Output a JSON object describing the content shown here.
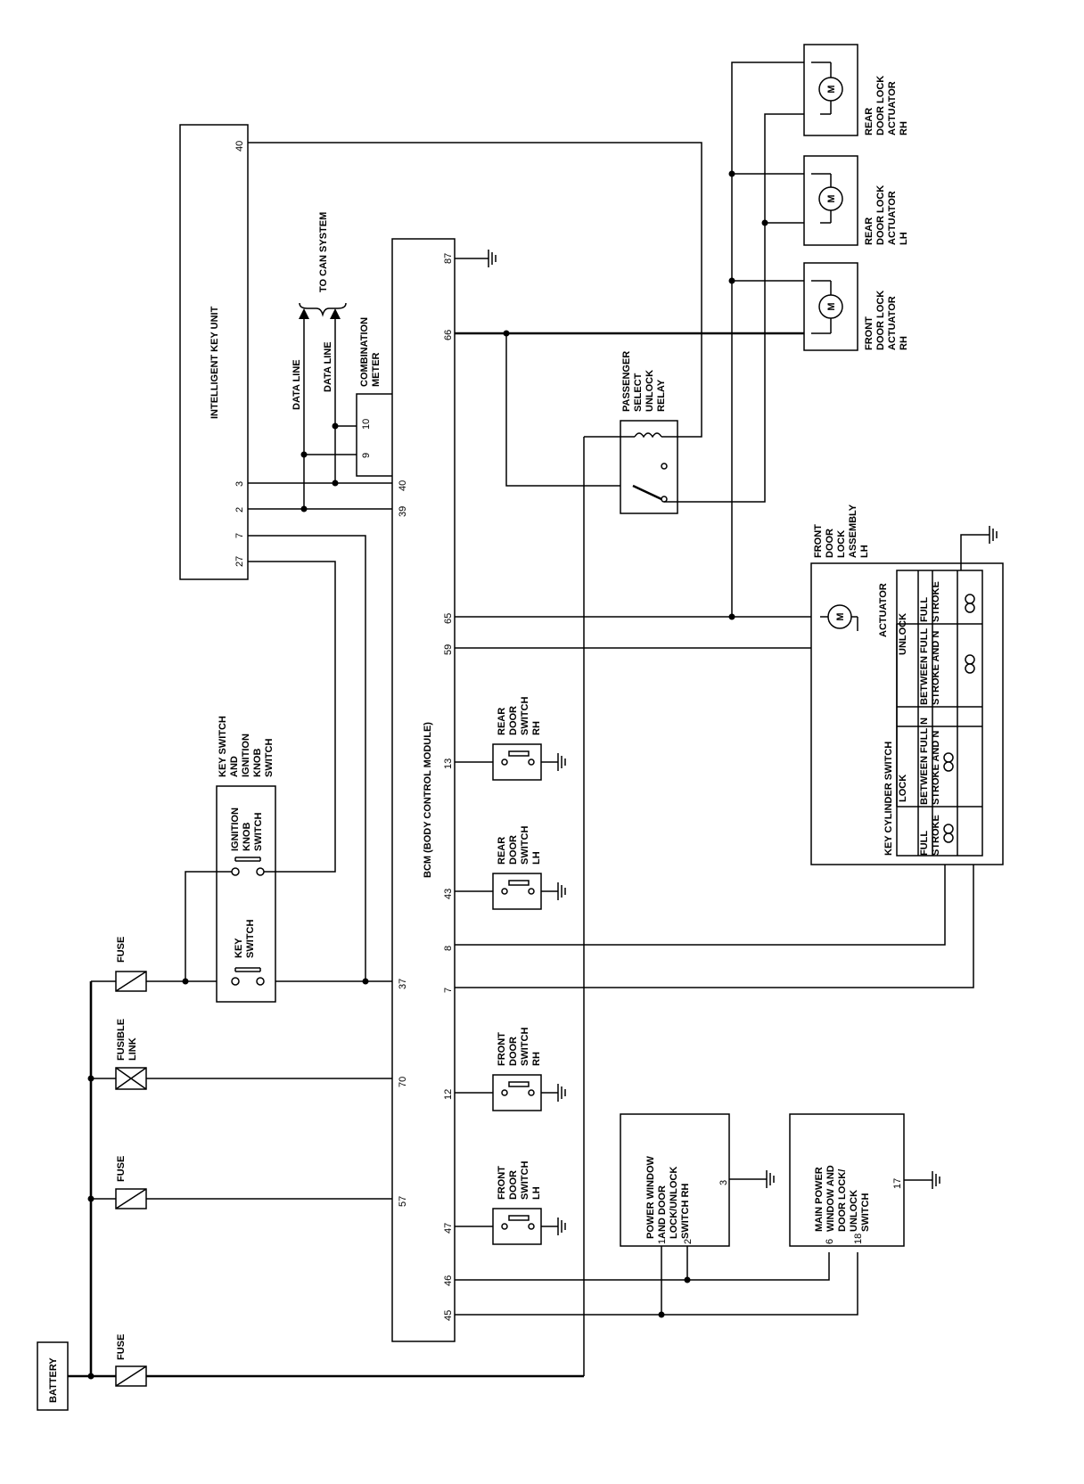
{
  "battery": {
    "label": "BATTERY"
  },
  "fuses": {
    "fuse": "FUSE",
    "fusible_link": [
      "FUSIBLE",
      "LINK"
    ]
  },
  "key_switch_assembly": {
    "title": [
      "KEY SWITCH",
      "AND",
      "IGNITION",
      "KNOB",
      "SWITCH"
    ],
    "key_switch": [
      "KEY",
      "SWITCH"
    ],
    "ignition_knob_switch": [
      "IGNITION",
      "KNOB",
      "SWITCH"
    ]
  },
  "intelligent_key_unit": {
    "label": "INTELLIGENT KEY UNIT",
    "pins": [
      "40",
      "3",
      "2",
      "7",
      "27"
    ]
  },
  "data_lines": {
    "line1": "DATA LINE",
    "line2": "DATA LINE",
    "can": "TO CAN SYSTEM"
  },
  "combination_meter": {
    "label": [
      "COMBINATION",
      "METER"
    ],
    "pins": [
      "9",
      "10"
    ]
  },
  "bcm": {
    "label": "BCM (BODY CONTROL MODULE)",
    "pins_left": [
      "40",
      "39",
      "37",
      "70",
      "57"
    ],
    "pins_right": [
      "87",
      "66",
      "65",
      "59",
      "13",
      "43",
      "8",
      "7",
      "12",
      "47",
      "46",
      "45"
    ]
  },
  "door_switches": {
    "rear_rh": [
      "REAR",
      "DOOR",
      "SWITCH",
      "RH"
    ],
    "rear_lh": [
      "REAR",
      "DOOR",
      "SWITCH",
      "LH"
    ],
    "front_rh": [
      "FRONT",
      "DOOR",
      "SWITCH",
      "RH"
    ],
    "front_lh": [
      "FRONT",
      "DOOR",
      "SWITCH",
      "LH"
    ]
  },
  "relay": {
    "label": [
      "PASSENGER",
      "SELECT",
      "UNLOCK",
      "RELAY"
    ]
  },
  "actuators": {
    "rear_rh": [
      "REAR",
      "DOOR LOCK",
      "ACTUATOR",
      "RH"
    ],
    "rear_lh": [
      "REAR",
      "DOOR LOCK",
      "ACTUATOR",
      "LH"
    ],
    "front_rh": [
      "FRONT",
      "DOOR LOCK",
      "ACTUATOR",
      "RH"
    ],
    "motor": "M"
  },
  "front_door_lock_lh": {
    "title": [
      "FRONT",
      "DOOR",
      "LOCK",
      "ASSEMBLY",
      "LH"
    ],
    "actuator": "ACTUATOR",
    "key_cylinder_switch": "KEY CYLINDER SWITCH",
    "lock": "LOCK",
    "unlock": "UNLOCK",
    "cols": [
      [
        "FULL",
        "STROKE"
      ],
      [
        "BETWEEN FULL",
        "STROKE AND N"
      ],
      [
        "N"
      ],
      [
        "BETWEEN FULL",
        "STROKE AND N"
      ],
      [
        "FULL",
        "STROKE"
      ]
    ]
  },
  "power_window_rh": {
    "label": [
      "POWER WINDOW",
      "AND DOOR",
      "LOCK/UNLOCK",
      "SWITCH RH"
    ],
    "pins": [
      "1",
      "2",
      "3"
    ]
  },
  "main_power_window": {
    "label": [
      "MAIN POWER",
      "WINDOW AND",
      "DOOR LOCK/",
      "UNLOCK",
      "SWITCH"
    ],
    "pins": [
      "6",
      "18",
      "17"
    ]
  }
}
